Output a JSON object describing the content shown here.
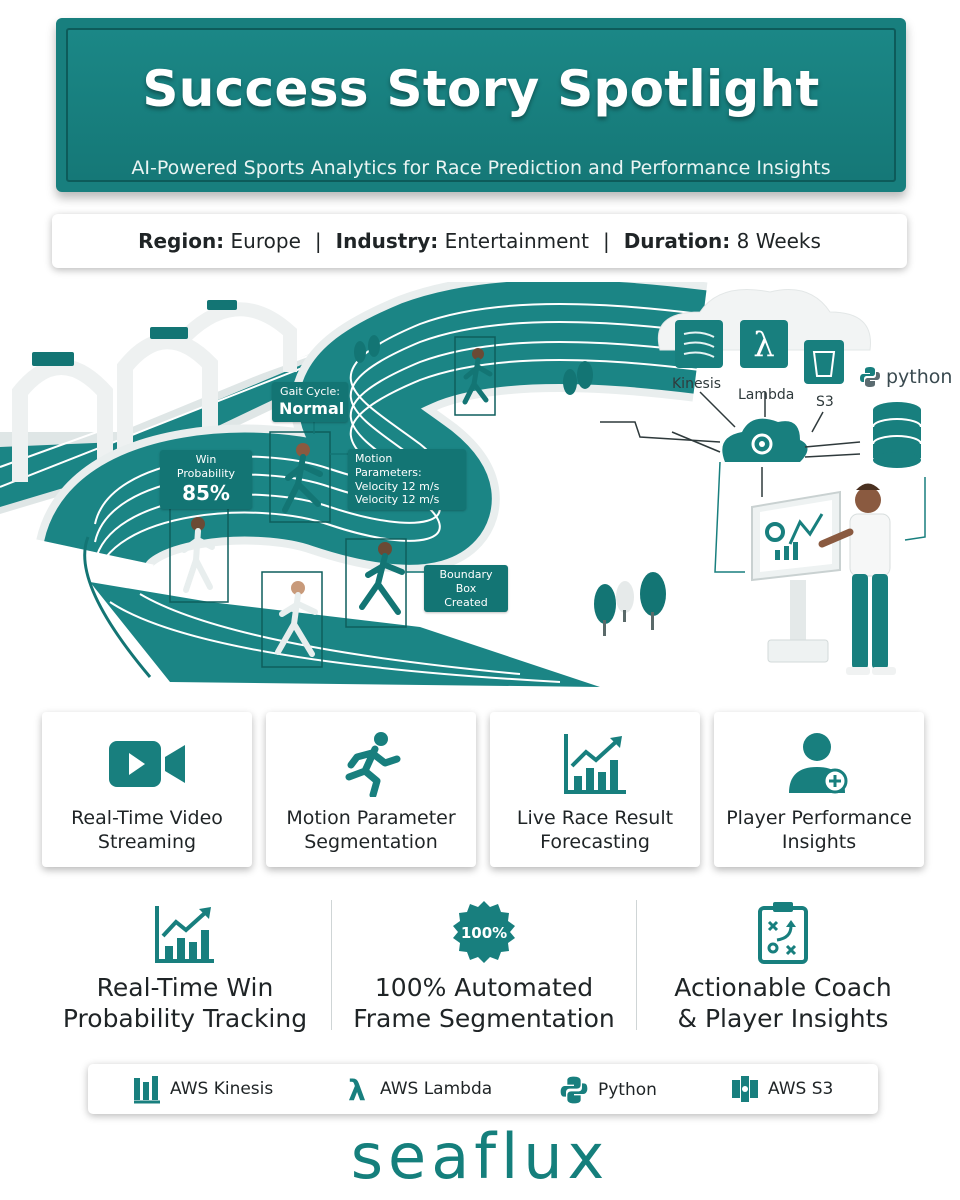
{
  "banner": {
    "title": "Success Story Spotlight",
    "subtitle": "AI-Powered Sports Analytics for Race Prediction and Performance Insights"
  },
  "meta": {
    "region_label": "Region:",
    "region_value": "Europe",
    "industry_label": "Industry:",
    "industry_value": "Entertainment",
    "duration_label": "Duration:",
    "duration_value": "8 Weeks",
    "separator": "|"
  },
  "illustration": {
    "callouts": {
      "gait_title": "Gait Cycle:",
      "gait_value": "Normal",
      "win_title": "Win Probability",
      "win_value": "85%",
      "motion_title": "Motion Parameters:",
      "motion_line1": "Velocity 12 m/s",
      "motion_line2": "Velocity 12 m/s",
      "boundary_line1": "Boundary Box",
      "boundary_line2": "Created"
    },
    "services": {
      "kinesis": "Kinesis",
      "lambda": "Lambda",
      "s3": "S3",
      "python": "python"
    }
  },
  "features": [
    {
      "label": "Real-Time Video Streaming",
      "icon": "video-camera-icon"
    },
    {
      "label": "Motion Parameter Segmentation",
      "icon": "running-person-icon"
    },
    {
      "label": "Live Race Result Forecasting",
      "icon": "growth-chart-icon"
    },
    {
      "label": "Player Performance Insights",
      "icon": "user-plus-icon"
    }
  ],
  "stats": [
    {
      "line1": "Real-Time Win",
      "line2": "Probability Tracking",
      "icon": "bar-chart-icon"
    },
    {
      "line1": "100% Automated",
      "line2": "Frame Segmentation",
      "icon": "badge-100-icon",
      "badge": "100%"
    },
    {
      "line1": "Actionable Coach",
      "line2": "& Player Insights",
      "icon": "clipboard-strategy-icon"
    }
  ],
  "tech": [
    {
      "label": "AWS Kinesis",
      "icon": "aws-kinesis-icon"
    },
    {
      "label": "AWS Lambda",
      "icon": "aws-lambda-icon"
    },
    {
      "label": "Python",
      "icon": "python-icon"
    },
    {
      "label": "AWS S3",
      "icon": "aws-s3-icon"
    }
  ],
  "brand": "seaflux",
  "colors": {
    "teal": "#187f7e",
    "teal_dark": "#137574",
    "text": "#1f2426"
  }
}
